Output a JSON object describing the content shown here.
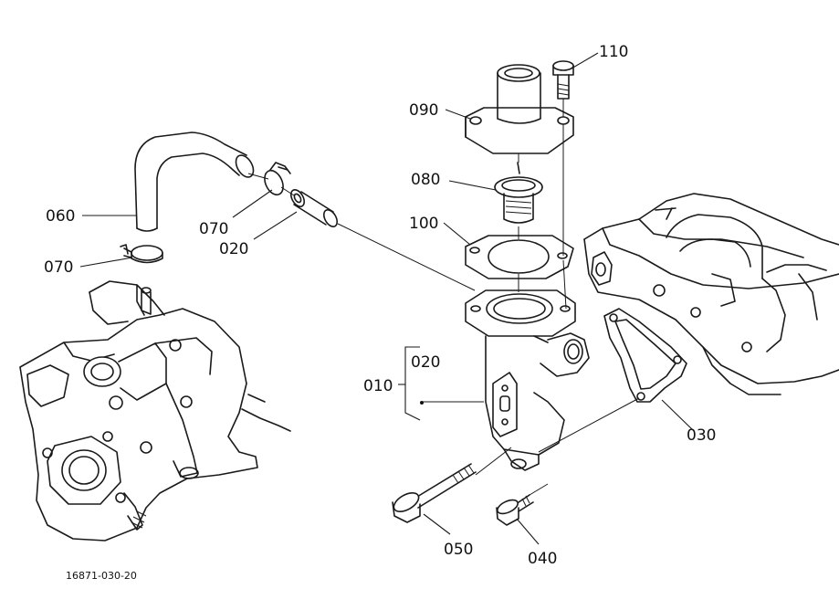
{
  "callouts": {
    "p110": "110",
    "p090": "090",
    "p080": "080",
    "p100": "100",
    "p060": "060",
    "p070a": "070",
    "p020a": "020",
    "p070b": "070",
    "p010": "010",
    "p020b": "020",
    "p030": "030",
    "p050": "050",
    "p040": "040"
  },
  "figure_ref": "16871-030-20"
}
